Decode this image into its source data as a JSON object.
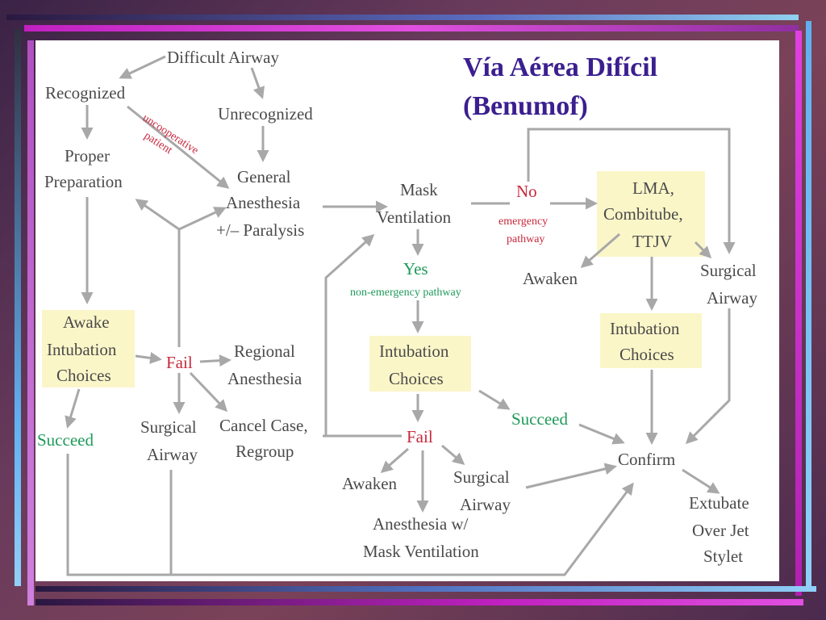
{
  "title": {
    "line1": "Vía Aérea Difícil",
    "line2": "(Benumof)"
  },
  "nodes": {
    "difficult_airway": "Difficult Airway",
    "recognized": "Recognized",
    "unrecognized": "Unrecognized",
    "uncooperative_1": "uncooperative",
    "uncooperative_2": "patient",
    "proper_preparation_1": "Proper",
    "proper_preparation_2": "Preparation",
    "general_anesthesia_1": "General",
    "general_anesthesia_2": "Anesthesia",
    "general_anesthesia_3": "+/– Paralysis",
    "mask_ventilation_1": "Mask",
    "mask_ventilation_2": "Ventilation",
    "no": "No",
    "emergency_pathway_1": "emergency",
    "emergency_pathway_2": "pathway",
    "lma_1": "LMA,",
    "lma_2": "Combitube,",
    "lma_3": "TTJV",
    "yes": "Yes",
    "non_emergency_pathway": "non-emergency pathway",
    "awaken_right": "Awaken",
    "surgical_airway_right_1": "Surgical",
    "surgical_airway_right_2": "Airway",
    "awake_intubation_1": "Awake",
    "awake_intubation_2": "Intubation",
    "awake_intubation_3": "Choices",
    "fail_left": "Fail",
    "regional_anesthesia_1": "Regional",
    "regional_anesthesia_2": "Anesthesia",
    "intubation_choices_mid_1": "Intubation",
    "intubation_choices_mid_2": "Choices",
    "intubation_choices_right_1": "Intubation",
    "intubation_choices_right_2": "Choices",
    "succeed_left": "Succeed",
    "surgical_airway_left_1": "Surgical",
    "surgical_airway_left_2": "Airway",
    "cancel_case_1": "Cancel Case,",
    "cancel_case_2": "Regroup",
    "fail_mid": "Fail",
    "succeed_mid": "Succeed",
    "confirm": "Confirm",
    "awaken_mid": "Awaken",
    "surgical_airway_mid_1": "Surgical",
    "surgical_airway_mid_2": "Airway",
    "anesthesia_mask_1": "Anesthesia w/",
    "anesthesia_mask_2": "Mask Ventilation",
    "extubate_1": "Extubate",
    "extubate_2": "Over Jet",
    "extubate_3": "Stylet"
  }
}
